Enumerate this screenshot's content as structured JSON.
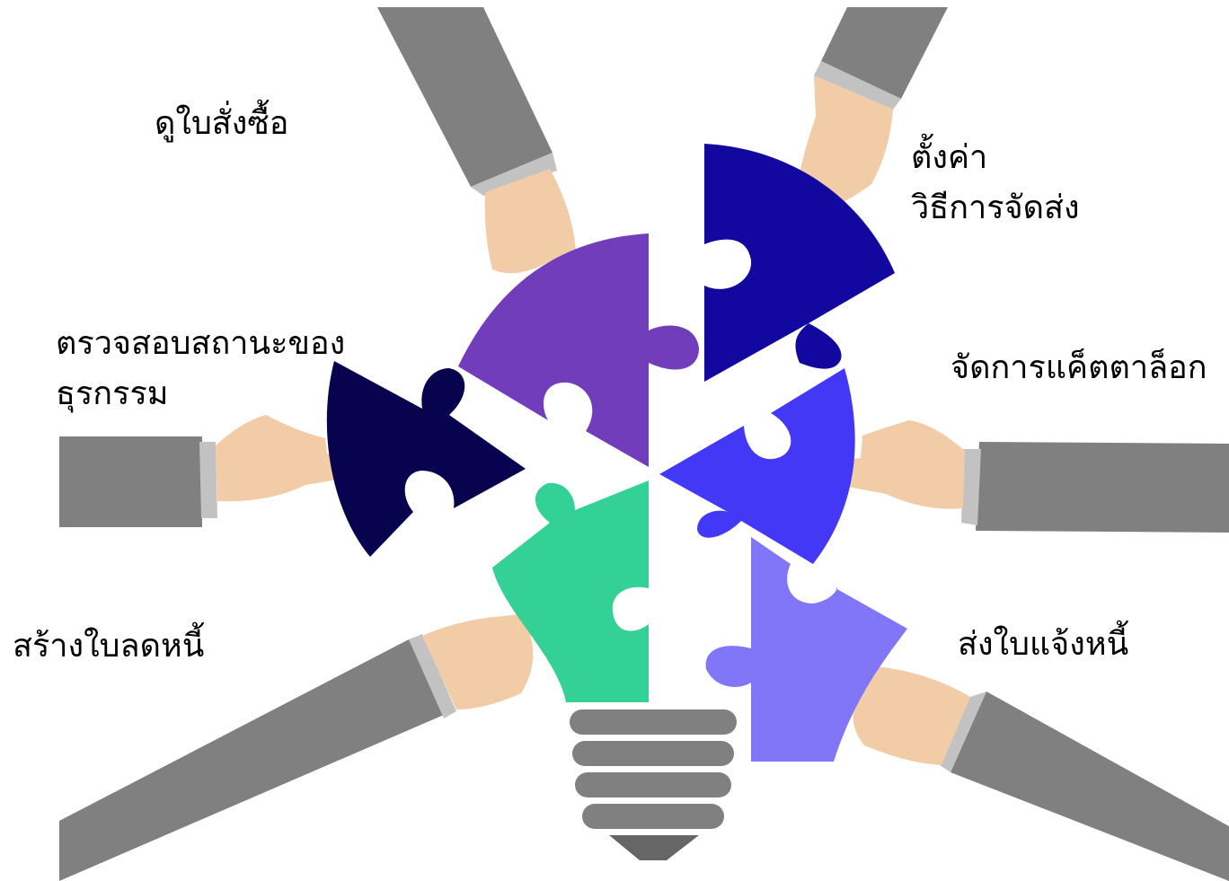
{
  "labels": {
    "view_po": [
      "ดูใบสั่งซื้อ"
    ],
    "shipping": [
      "ตั้งค่า",
      "วิธีการจัดส่ง"
    ],
    "catalog": [
      "จัดการแค็ตตาล็อก"
    ],
    "tx_status": [
      "ตรวจสอบสถานะของ",
      "ธุรกรรม"
    ],
    "credit_note": [
      "สร้างใบลดหนี้"
    ],
    "invoice": [
      "ส่งใบแจ้งหนี้"
    ]
  },
  "colors": {
    "background": "#ffffff",
    "piece_purple": "#713dba",
    "piece_darkblue": "#12079e",
    "piece_navy": "#08034f",
    "piece_blue": "#4338f5",
    "piece_green": "#34d196",
    "piece_lavender": "#8076f7",
    "sleeve": "#808080",
    "cuff": "#c2c2c2",
    "skin": "#f1cca7",
    "bulb_base": "#808080",
    "bulb_tip": "#666666"
  },
  "icons": {
    "center": "lightbulb-puzzle-icon",
    "hands": "hand-icon"
  }
}
